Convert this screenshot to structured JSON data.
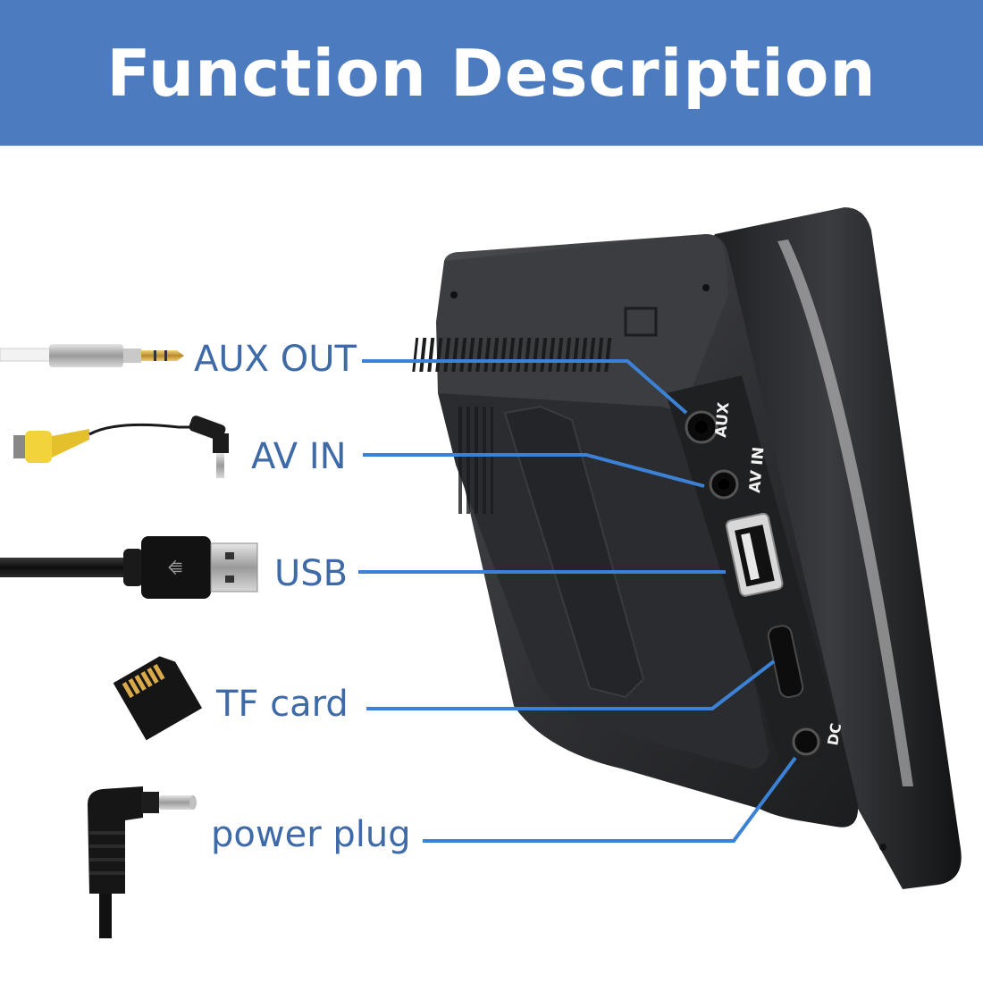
{
  "header": {
    "title": "Function Description",
    "color": "#4c7bbf"
  },
  "callouts": [
    {
      "id": "aux-out",
      "label": "AUX OUT"
    },
    {
      "id": "av-in",
      "label": "AV IN"
    },
    {
      "id": "usb",
      "label": "USB"
    },
    {
      "id": "tf-card",
      "label": "TF card"
    },
    {
      "id": "power-plug",
      "label": "power plug"
    }
  ],
  "device_port_labels": {
    "aux": "AUX",
    "av_in": "AV IN",
    "dc": "DC"
  },
  "colors": {
    "label_text": "#3f6aa8",
    "leader_line": "#3b82d6",
    "device_body": "#2f3033"
  }
}
